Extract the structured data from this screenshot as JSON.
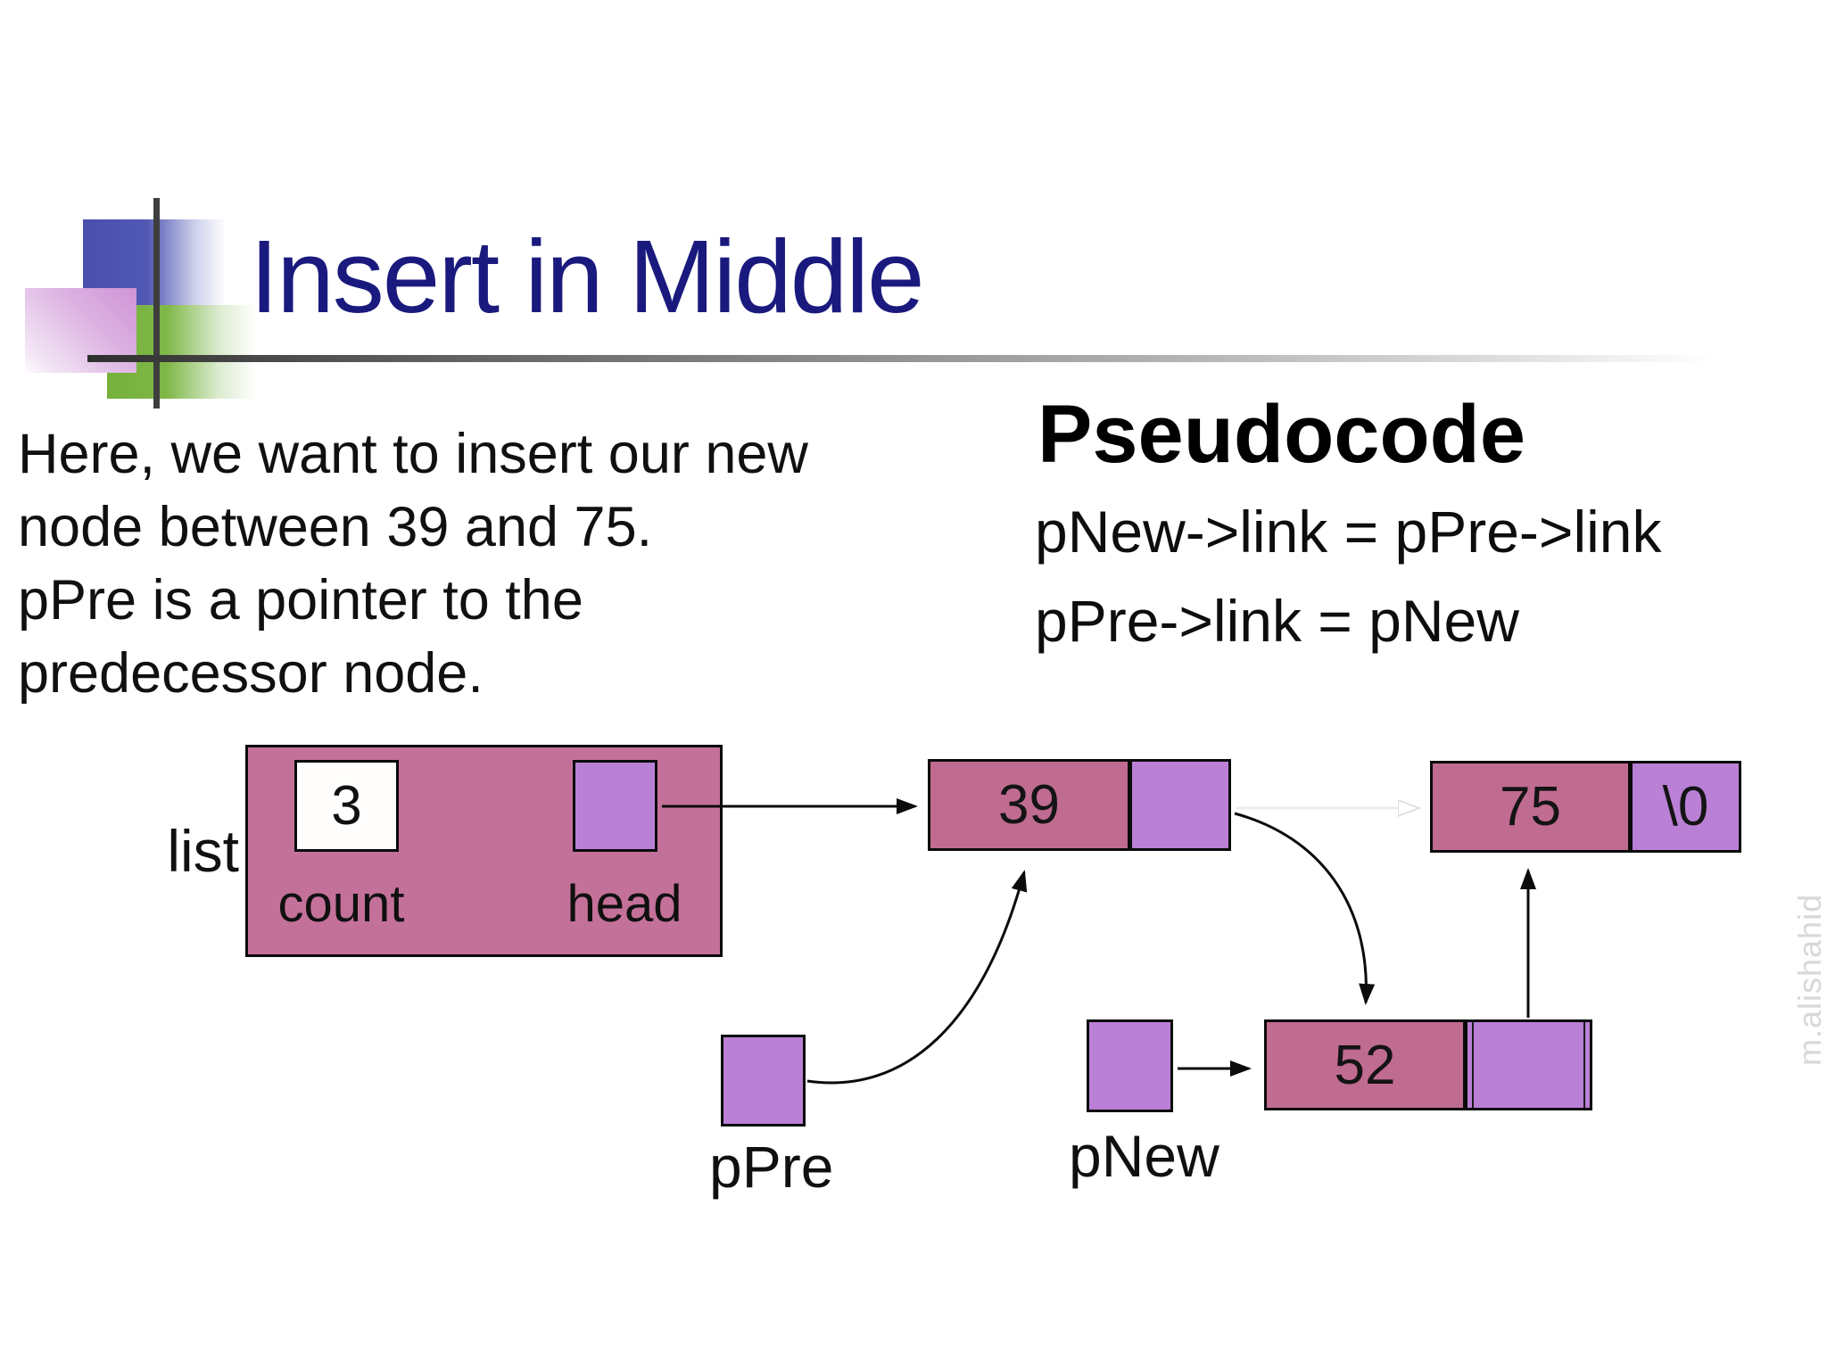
{
  "slide": {
    "title": "Insert in Middle"
  },
  "description": {
    "lines": [
      "Here, we want to insert our new",
      "node between 39 and 75.",
      "pPre is a pointer to the",
      "predecessor node."
    ]
  },
  "pseudocode": {
    "heading": "Pseudocode",
    "lines": [
      "pNew->link = pPre->link",
      "pPre->link = pNew"
    ]
  },
  "diagram": {
    "list": {
      "label": "list",
      "count_label": "count",
      "count_value": "3",
      "head_label": "head"
    },
    "node39": {
      "value": "39"
    },
    "node75": {
      "value": "75",
      "link_value": "\\0"
    },
    "node52": {
      "value": "52"
    },
    "pPre": {
      "label": "pPre"
    },
    "pNew": {
      "label": "pNew"
    }
  },
  "watermark": {
    "text": "m.alishahid"
  },
  "colors": {
    "title_navy": "#1a1a7e",
    "struct_pink": "#c4719a",
    "node_pink": "#c06b90",
    "link_purple": "#ba80d5",
    "logo_blue": "#4a4fae",
    "logo_green": "#74b13a",
    "logo_pink": "#cf92d6",
    "divider_gray": "#5a5a5a",
    "ghost_gray": "#ededed"
  }
}
